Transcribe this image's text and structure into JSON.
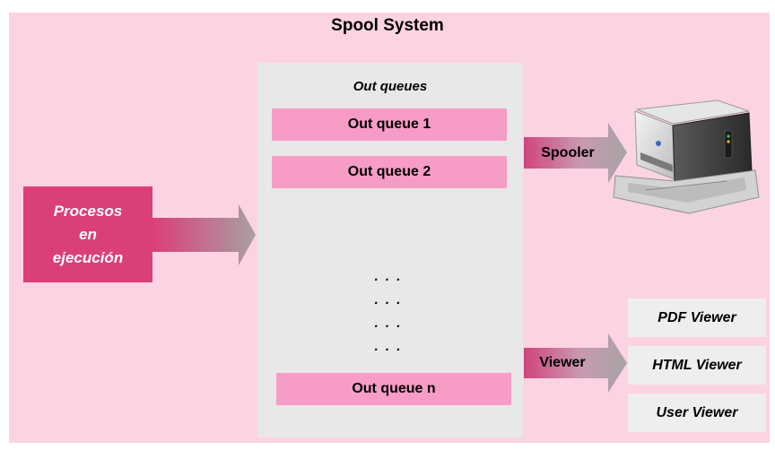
{
  "diagram": {
    "title": "Spool System",
    "process_box": {
      "line1": "Procesos",
      "line2": "en",
      "line3": "ejecución"
    },
    "out_queues": {
      "heading": "Out queues",
      "queue1": "Out queue 1",
      "queue2": "Out queue 2",
      "queue_n": "Out queue n",
      "ellipsis": ". . ."
    },
    "spooler_label": "Spooler",
    "viewer_label": "Viewer",
    "viewers": [
      "PDF Viewer",
      "HTML Viewer",
      "User Viewer"
    ],
    "colors": {
      "background": "#fcd3e3",
      "panel": "#e8e8e8",
      "queue": "#f79cc6",
      "process": "#db3f78",
      "viewer_box": "#eeeeee"
    },
    "icons": {
      "printer": "printer-icon"
    }
  }
}
